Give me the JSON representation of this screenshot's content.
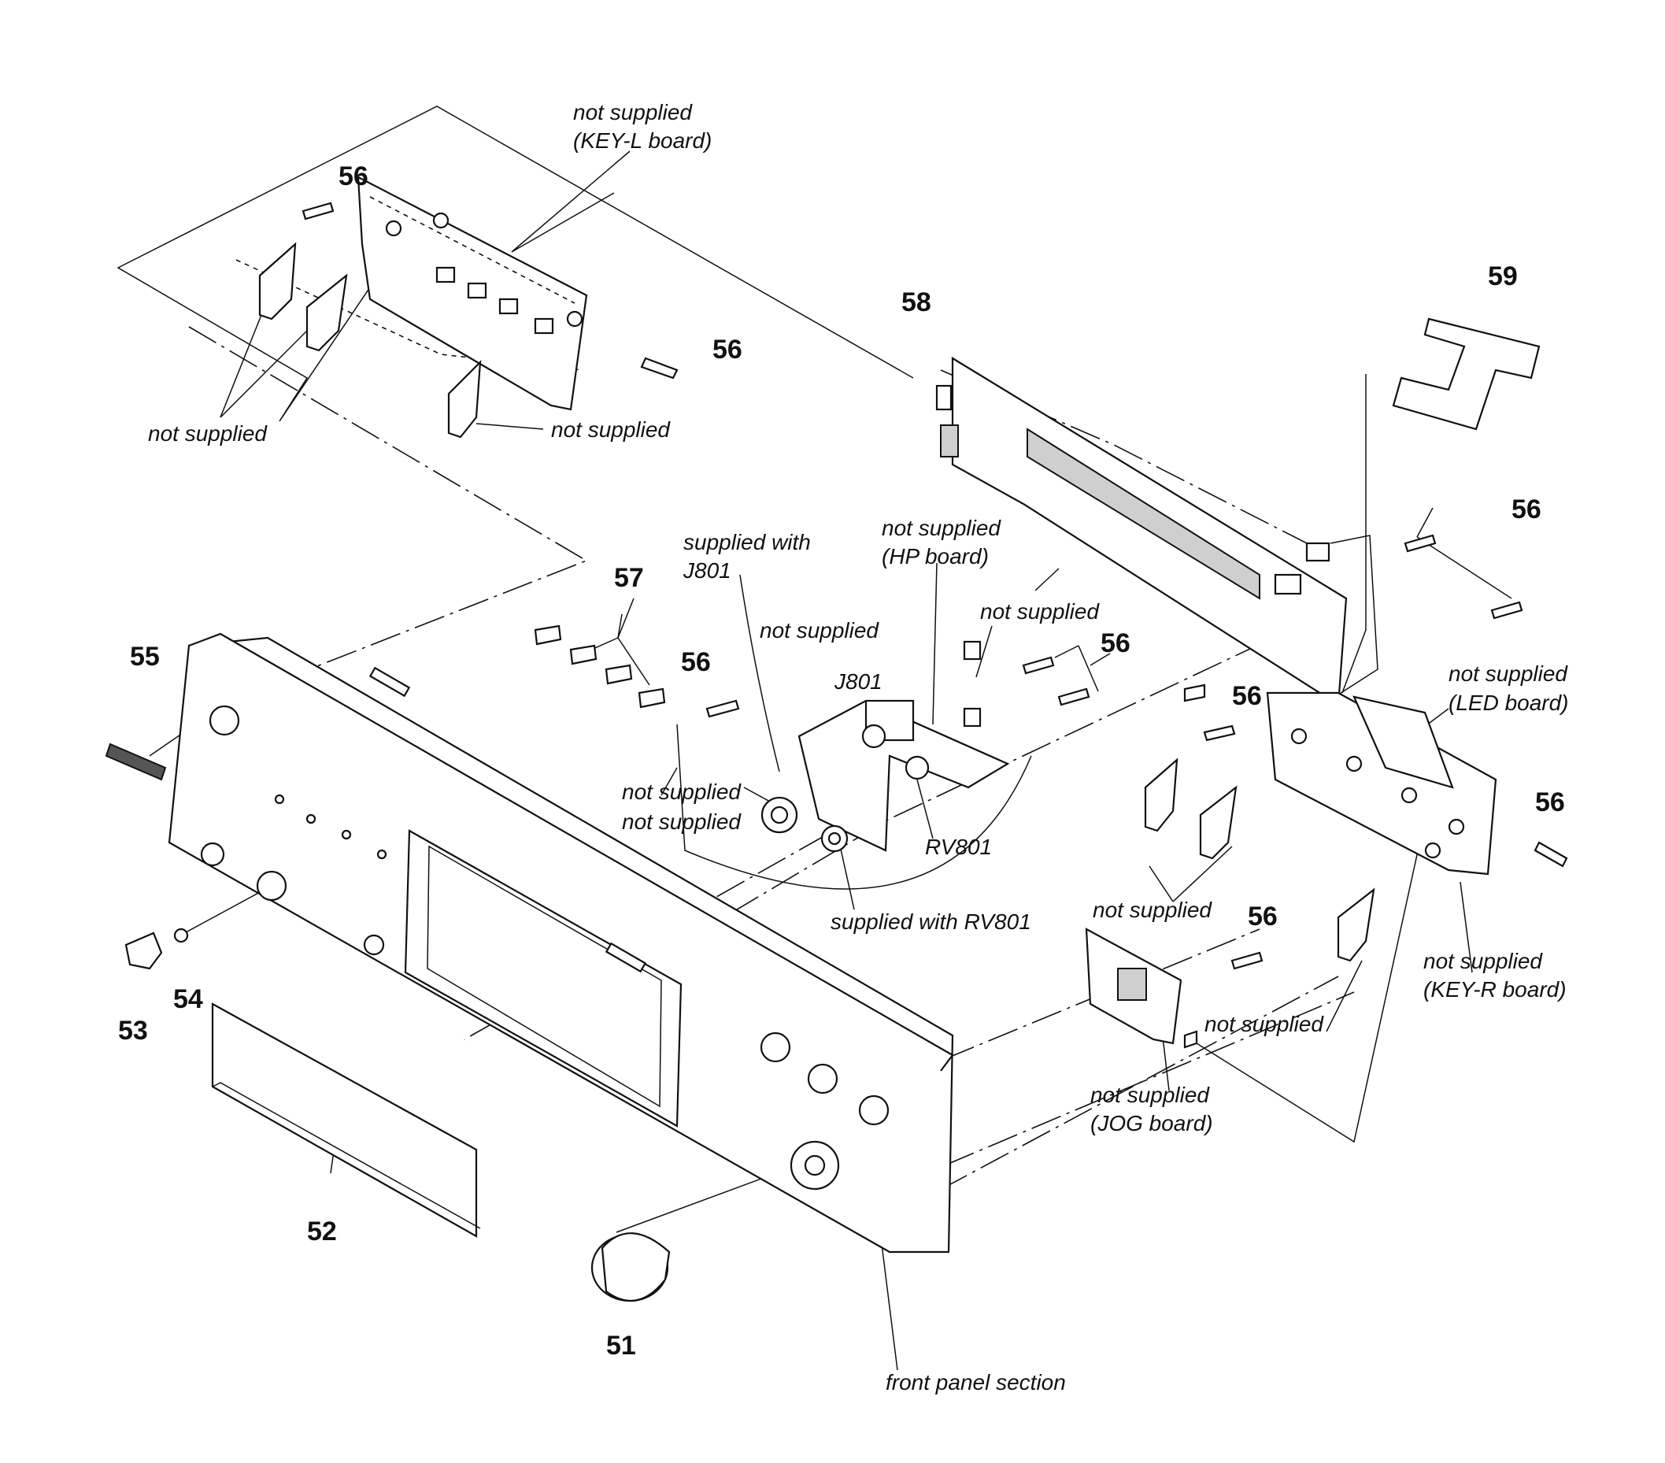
{
  "part_numbers": {
    "p51": "51",
    "p52": "52",
    "p53": "53",
    "p54": "54",
    "p55": "55",
    "p56": "56",
    "p57": "57",
    "p58": "58",
    "p59": "59"
  },
  "notes": {
    "not_supplied": "not supplied",
    "key_l_board": "(KEY-L board)",
    "key_r_board": "(KEY-R board)",
    "led_board": "(LED board)",
    "hp_board": "(HP board)",
    "jog_board": "(JOG board)",
    "supplied_with": "supplied with",
    "j801": "J801",
    "rv801": "RV801",
    "supplied_with_rv801": "supplied with RV801",
    "front_panel_section": "front panel section"
  }
}
